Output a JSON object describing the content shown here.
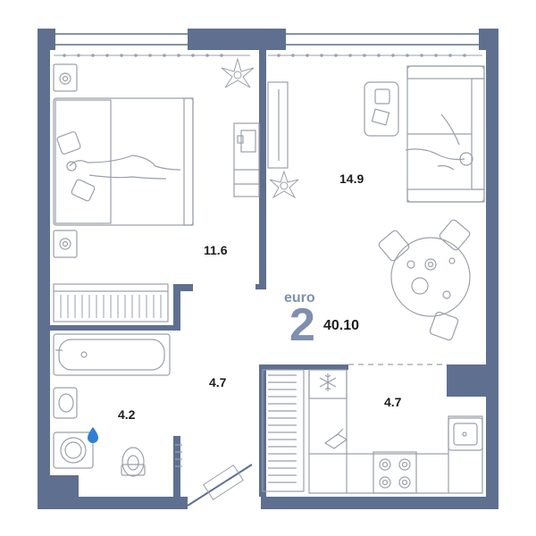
{
  "plan": {
    "colors": {
      "wall": "#5f6f8f",
      "furniture": "#9aa0aa",
      "accent": "#7f8fb0",
      "water": "#2f7fd6",
      "text": "#1d1d1d"
    },
    "type_prefix": "euro",
    "rooms_count": "2",
    "total_area": "40.10",
    "rooms": [
      {
        "id": "bedroom",
        "area": "11.6"
      },
      {
        "id": "living",
        "area": "14.9"
      },
      {
        "id": "hall",
        "area": "4.7"
      },
      {
        "id": "bathroom",
        "area": "4.2"
      },
      {
        "id": "kitchen",
        "area": "4.7"
      }
    ],
    "icons": [
      "plant-icon",
      "plant-icon",
      "snowflake-icon",
      "water-drop-icon",
      "person-icon",
      "person-icon"
    ]
  }
}
